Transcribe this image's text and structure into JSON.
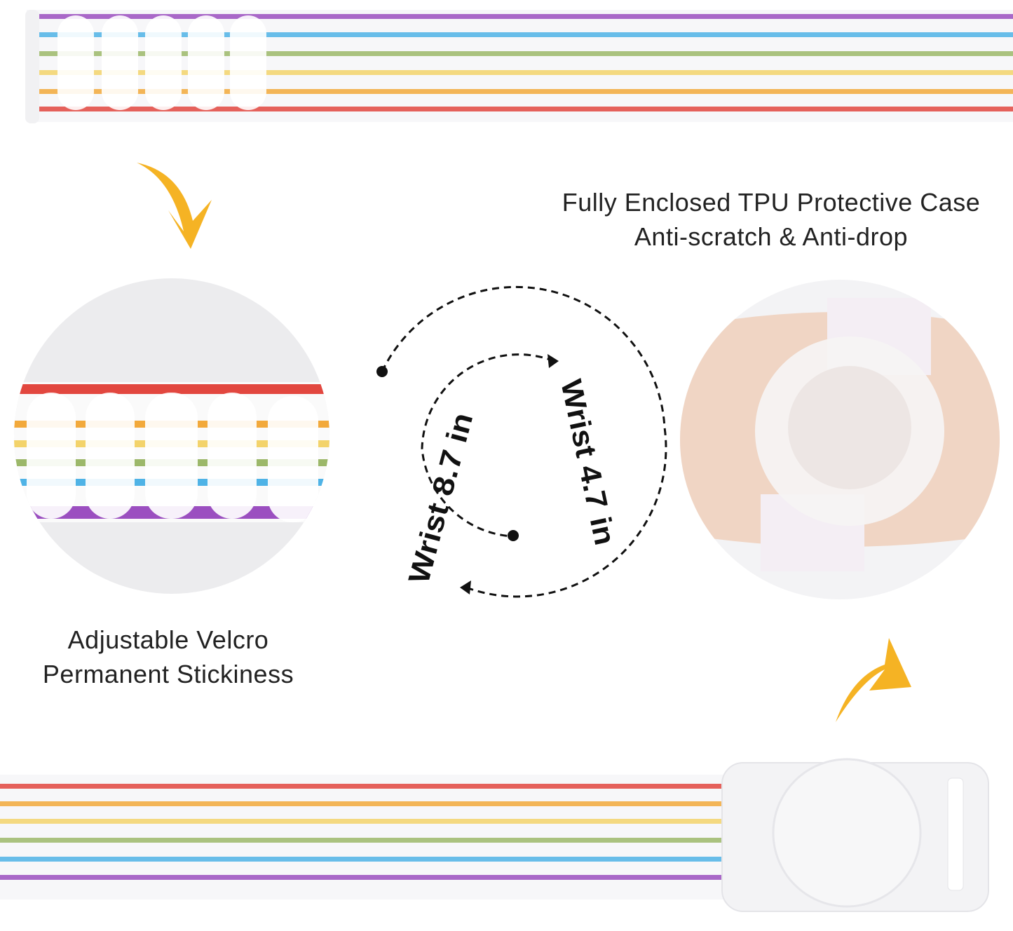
{
  "features": {
    "case": {
      "line1": "Fully Enclosed TPU Protective Case",
      "line2": "Anti-scratch & Anti-drop"
    },
    "velcro": {
      "line1": "Adjustable Velcro",
      "line2": "Permanent Stickiness"
    }
  },
  "sizes": {
    "small": "Wrist 4.7 in",
    "large": "Wrist 8.7 in"
  },
  "colors": {
    "arrow": "#f5b324",
    "stripes": [
      "#9b4fc0",
      "#4fb3e6",
      "#9cb86a",
      "#f3d36b",
      "#f2a93b",
      "#e2473f"
    ]
  }
}
